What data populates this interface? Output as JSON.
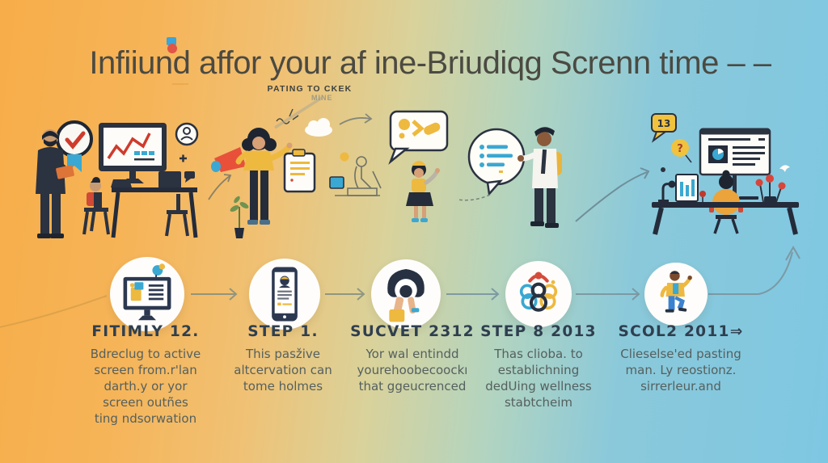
{
  "infographic": {
    "title": "Infiiund affor your af ine-Briudiqg Screnn time – –",
    "subtitle": "PATING TO CKEK",
    "watermark": "MINE"
  },
  "scene": {
    "notification_badge": "13",
    "question_mark": "?",
    "elements": [
      "presenter-award-chart-scene",
      "announcement-woman-scene",
      "chat-bubbles-scene",
      "workstation-desk-scene"
    ]
  },
  "steps": [
    {
      "heading": "FITIMLY 12.",
      "icon": "desktop-checklist-icon",
      "body": "Bdreclug to active\nscreen from.r'lan\ndarth.y or yor\nscreen outñes\nting ndsorwation"
    },
    {
      "heading": "STEP 1.",
      "icon": "smartphone-profile-icon",
      "body": "This pasžive\naltcervation can\ntome holmes"
    },
    {
      "heading": "SUCVET 2312",
      "icon": "person-holding-phone-icon",
      "body": "Yor wal entindd\nyourehoobecoockı\nthat ggeucrenced"
    },
    {
      "heading": "STEP 8 2013",
      "icon": "wellness-rings-icon",
      "body": "Thas clioba. to\nestablichning\ndedUing wellness\nstabtcheim"
    },
    {
      "heading": "SCOL2 2011⇒",
      "icon": "walking-person-icon",
      "body": "Clieselse'ed pasting\nman. Ly reostionz.\nsirrerleur.and"
    }
  ],
  "colors": {
    "gradient_left": "#f7ad49",
    "gradient_right": "#7ec7e2",
    "accent_yellow": "#eeb93f",
    "accent_red": "#d8453a",
    "accent_blue": "#3aa8d2",
    "dark_navy": "#2b3240",
    "heading_text": "#2f3f4f",
    "body_text": "#55605e"
  }
}
